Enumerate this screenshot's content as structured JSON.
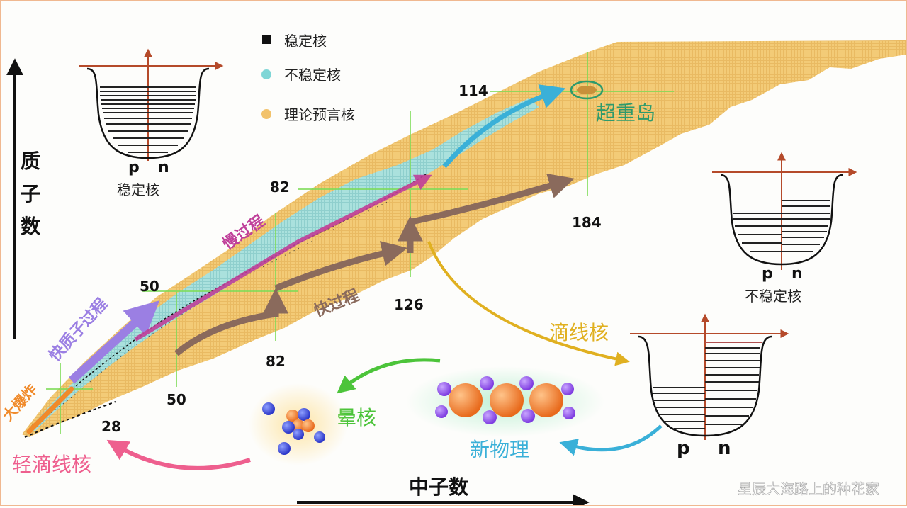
{
  "axes": {
    "y_label_chars": [
      "质",
      "子",
      "数"
    ],
    "x_label": "中子数"
  },
  "legend": {
    "items": [
      {
        "label": "稳定核",
        "color": "#111111"
      },
      {
        "label": "不稳定核",
        "color": "#7fd6d6"
      },
      {
        "label": "理论预言核",
        "color": "#f2c26b"
      }
    ]
  },
  "magic_numbers": {
    "proton": [
      "28",
      "50",
      "82",
      "114"
    ],
    "neutron": [
      "28",
      "50",
      "82",
      "126",
      "184"
    ]
  },
  "processes": {
    "big_bang": "大爆炸",
    "rp_process": "快质子过程",
    "s_process": "慢过程",
    "r_process": "快过程"
  },
  "regions": {
    "superheavy_island": "超重岛",
    "drip_line_nuclei": "滴线核",
    "light_drip_line_nuclei": "轻滴线核",
    "halo_nuclei": "晕核",
    "new_physics": "新物理"
  },
  "wells": {
    "stable": {
      "caption": "稳定核",
      "p": "p",
      "n": "n"
    },
    "unstable": {
      "caption": "不稳定核",
      "p": "p",
      "n": "n"
    },
    "dripline": {
      "p": "p",
      "n": "n"
    }
  },
  "watermark": "星辰大海路上的种花家",
  "colors": {
    "stable": "#111111",
    "unstable": "#7fd6d6",
    "predicted": "#f2c26b",
    "magic_line": "#7ddc57",
    "s_process": "#c0409a",
    "r_process": "#8a6a5c",
    "rp_process": "#9b7fe3",
    "drip_arrow": "#e0b020",
    "halo_arrow": "#4cc43a",
    "newphys_arrow": "#3ab0d8",
    "light_drip_arrow": "#ee5f8e",
    "superheavy": "#2e9a6c"
  }
}
